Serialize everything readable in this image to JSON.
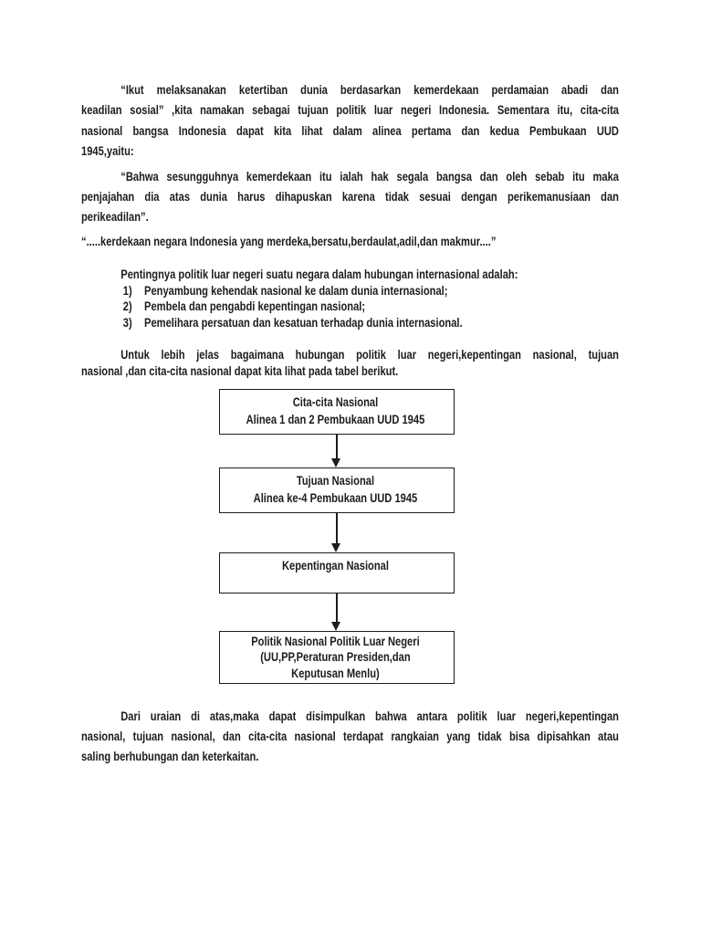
{
  "document": {
    "colors": {
      "page_bg": "#ffffff",
      "text": "#1c1c1c",
      "box_border": "#1c1c1c"
    },
    "paragraphs": {
      "p1": {
        "lines": [
          "“Ikut melaksanakan ketertiban dunia berdasarkan kemerdekaan perdamaian abadi dan",
          "keadilan sosial” ,kita namakan sebagai tujuan politik luar negeri Indonesia. Sementara itu, cita-cita",
          "nasional bangsa Indonesia dapat kita lihat dalam alinea pertama dan kedua Pembukaan UUD",
          "1945,yaitu:"
        ]
      },
      "p2": {
        "lines": [
          "“Bahwa sesungguhnya kemerdekaan itu ialah hak segala bangsa dan oleh sebab itu maka",
          "penjajahan dia atas dunia harus dihapuskan karena tidak sesuai dengan perikemanusiaan dan",
          "perikeadilan”."
        ]
      },
      "quote": "“.....kerdekaan negara Indonesia yang merdeka,bersatu,berdaulat,adil,dan makmur....”",
      "list_intro": "Pentingnya politik luar negeri suatu negara dalam hubungan internasional adalah:",
      "p3": {
        "lines": [
          "Untuk lebih jelas bagaimana hubungan politik luar negeri,kepentingan nasional, tujuan",
          "nasional ,dan cita-cita nasional dapat kita lihat pada tabel berikut."
        ]
      },
      "p4": {
        "lines": [
          "Dari uraian di atas,maka dapat disimpulkan bahwa antara politik luar negeri,kepentingan",
          "nasional, tujuan nasional, dan cita-cita nasional terdapat rangkaian yang tidak bisa dipisahkan atau",
          "saling berhubungan dan keterkaitan."
        ]
      }
    },
    "list": [
      {
        "num": "1)",
        "text": "Penyambung kehendak nasional ke dalam dunia internasional;"
      },
      {
        "num": "2)",
        "text": "Pembela dan pengabdi kepentingan nasional;"
      },
      {
        "num": "3)",
        "text": "Pemelihara persatuan dan kesatuan terhadap dunia internasional."
      }
    ],
    "flowchart": {
      "boxes": [
        {
          "lines": [
            "Cita-cita Nasional",
            "Alinea 1 dan 2 Pembukaan UUD 1945"
          ]
        },
        {
          "lines": [
            "Tujuan Nasional",
            "Alinea ke-4 Pembukaan UUD 1945"
          ]
        },
        {
          "lines": [
            "Kepentingan Nasional"
          ]
        },
        {
          "lines": [
            "Politik Nasional Politik Luar Negeri",
            "(UU,PP,Peraturan Presiden,dan",
            "Keputusan Menlu)"
          ]
        }
      ]
    }
  }
}
